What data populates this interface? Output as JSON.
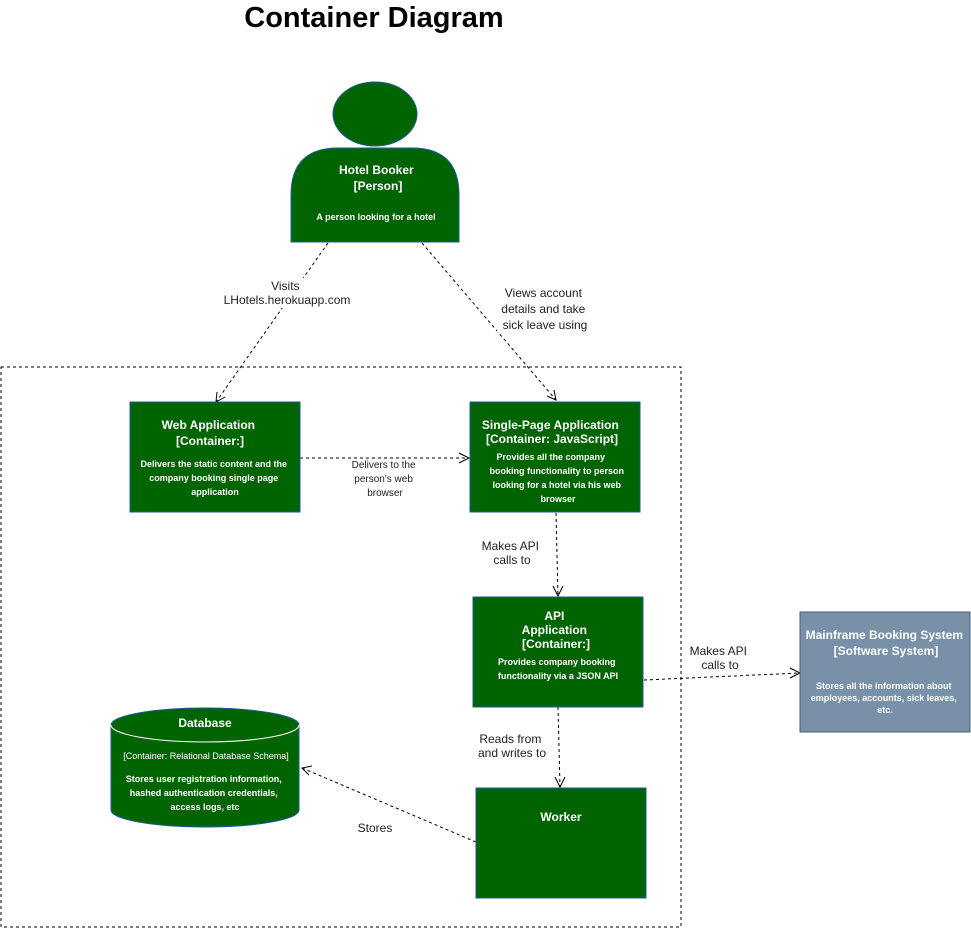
{
  "title": "Container Diagram",
  "colors": {
    "container_fill": "#006400",
    "container_stroke": "#1a5c9a",
    "external_fill": "#7990a9",
    "external_stroke": "#4a5e75"
  },
  "person": {
    "title": "Hotel Booker",
    "type": "[Person]",
    "description": "A person looking for a hotel"
  },
  "web_app": {
    "title": "Web Application",
    "type": "[Container:]",
    "description": [
      "Delivers the static content and the",
      "company booking single page",
      "application"
    ]
  },
  "spa": {
    "title": "Single-Page Application",
    "type": "[Container: JavaScript]",
    "description": [
      "Provides all the company",
      "booking functionality to person",
      "looking for a hotel via his web",
      "browser"
    ]
  },
  "api": {
    "title_lines": [
      "API",
      "Application",
      "[Container:]"
    ],
    "description": [
      "Provides company booking",
      "functionality via a JSON API"
    ]
  },
  "mainframe": {
    "title": "Mainframe Booking System",
    "type": "[Software System]",
    "description": [
      "Stores all the information about",
      "employees, accounts, sick leaves,",
      "etc."
    ]
  },
  "database": {
    "title": "Database",
    "type": "[Container: Relational Database Schema]",
    "description": [
      "Stores user registration information,",
      "hashed authentication credentials,",
      "access logs, etc"
    ]
  },
  "worker": {
    "title": "Worker"
  },
  "edges": {
    "visits": [
      "Visits",
      "LHotels.herokuapp.com"
    ],
    "views": [
      "Views account",
      "details and take",
      "sick leave using"
    ],
    "delivers": [
      "Delivers to the",
      "person's web",
      "browser"
    ],
    "spa_api": [
      "Makes API",
      "calls to"
    ],
    "api_mainframe": [
      "Makes API",
      "calls to"
    ],
    "reads": [
      "Reads from",
      "and writes to"
    ],
    "stores": "Stores"
  }
}
